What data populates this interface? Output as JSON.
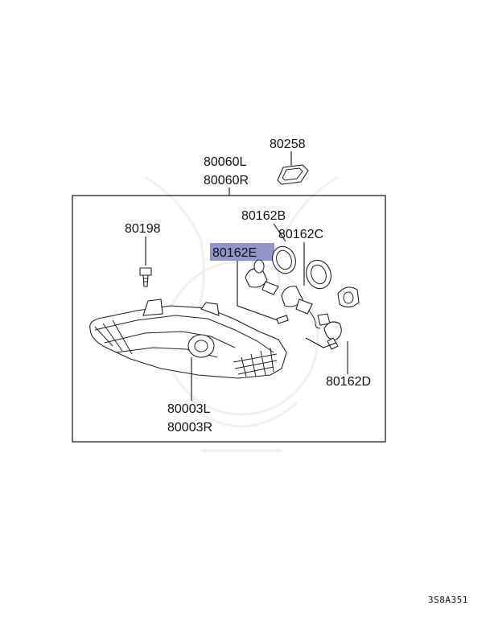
{
  "callouts": {
    "gasket": "80258",
    "housing_l": "80060L",
    "housing_r": "80060R",
    "bulb_b": "80162B",
    "socket_c": "80162C",
    "screw": "80198",
    "bulb_e": "80162E",
    "bulb_d": "80162D",
    "lens_l": "80003L",
    "lens_r": "80003R"
  },
  "figure_code": "3S8A351",
  "highlight_color": "#6c71b8"
}
